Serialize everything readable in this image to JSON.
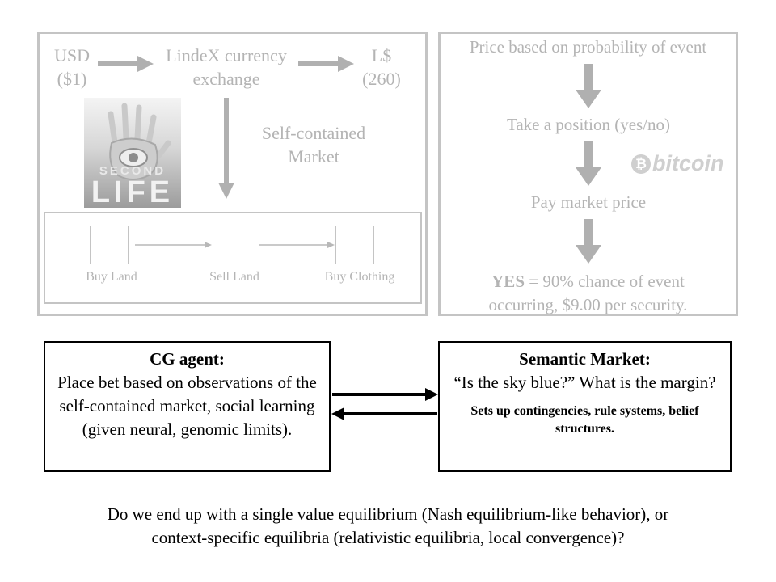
{
  "left_panel": {
    "usd_line1": "USD",
    "usd_line2": "($1)",
    "exchange_line1": "LindeX currency",
    "exchange_line2": "exchange",
    "ls_line1": "L$",
    "ls_line2": "(260)",
    "market_line1": "Self-contained",
    "market_line2": "Market",
    "logo_text_top": "SECOND",
    "logo_text_bottom": "LIFE",
    "steps": [
      "Buy Land",
      "Sell Land",
      "Buy Clothing"
    ]
  },
  "right_panel": {
    "step1": "Price based on probability of event",
    "step2": "Take a position (yes/no)",
    "step3": "Pay market price",
    "yes_bold": "YES",
    "yes_rest": " = 90% chance of event",
    "yes_line2": "occurring, $9.00 per security.",
    "bitcoin_text": "bitcoin"
  },
  "cg_agent": {
    "title": "CG agent:",
    "body": "Place bet based on observations of the self-contained market, social learning (given neural, genomic limits)."
  },
  "semantic_market": {
    "title": "Semantic Market:",
    "body": "“Is the sky blue?” What is the margin?",
    "note": "Sets up contingencies, rule systems, belief structures."
  },
  "question": {
    "line1": "Do we end up with a single value equilibrium (Nash equilibrium-like behavior), or",
    "line2": "context-specific equilibria (relativistic equilibria, local convergence)?"
  },
  "colors": {
    "faded_text": "#b4b4b4",
    "faded_border": "#c4c4c4",
    "arrow_gray": "#b0b0b0",
    "black": "#000000"
  }
}
